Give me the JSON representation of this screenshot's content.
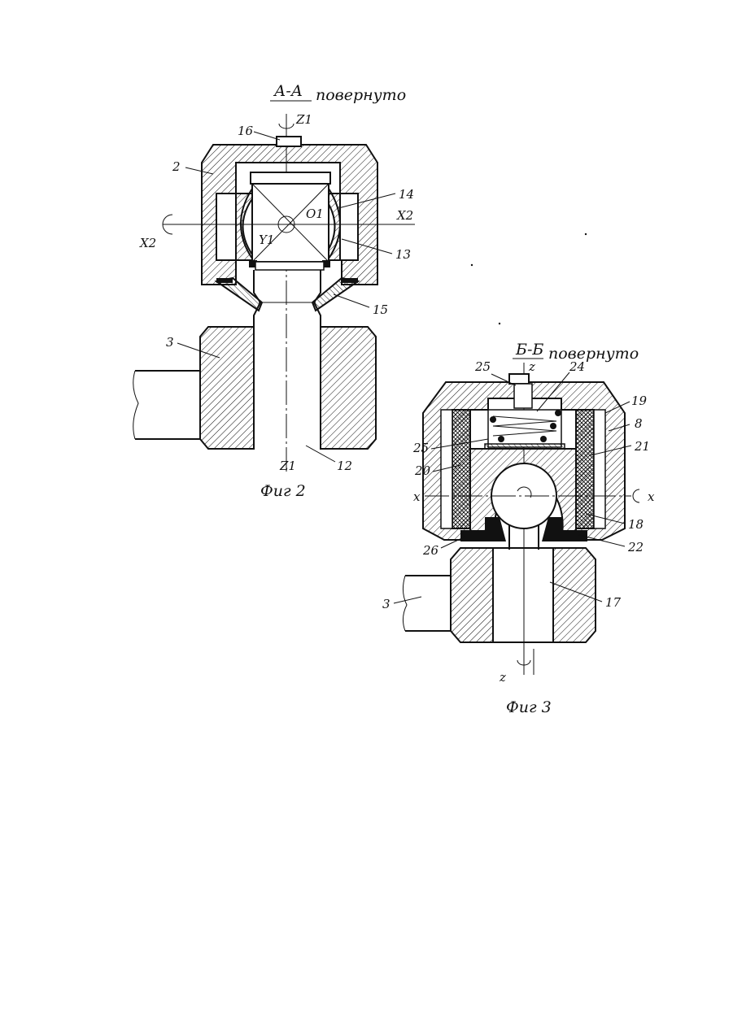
{
  "figure_2": {
    "section_title": "А-А",
    "section_note": "повернуто",
    "caption": "Фиг 2",
    "labels": {
      "l16": "16",
      "l2": "2",
      "l14": "14",
      "l13": "13",
      "l15": "15",
      "l3": "3",
      "l12": "12",
      "lz1top": "Z1",
      "lz1bot": "Z1",
      "lx2left": "X2",
      "lx2right": "X2",
      "lo1": "O1",
      "ly1": "Y1"
    }
  },
  "figure_3": {
    "section_title": "Б-Б",
    "section_note": "повернуто",
    "caption": "Фиг 3",
    "labels": {
      "l25a": "25",
      "l25b": "25",
      "l24": "24",
      "l19": "19",
      "l8": "8",
      "l21": "21",
      "l20": "20",
      "l18": "18",
      "l22": "22",
      "l26": "26",
      "l17": "17",
      "l3": "3",
      "lxleft": "x",
      "lxright": "x",
      "lztop": "z",
      "lzbot": "z"
    }
  }
}
